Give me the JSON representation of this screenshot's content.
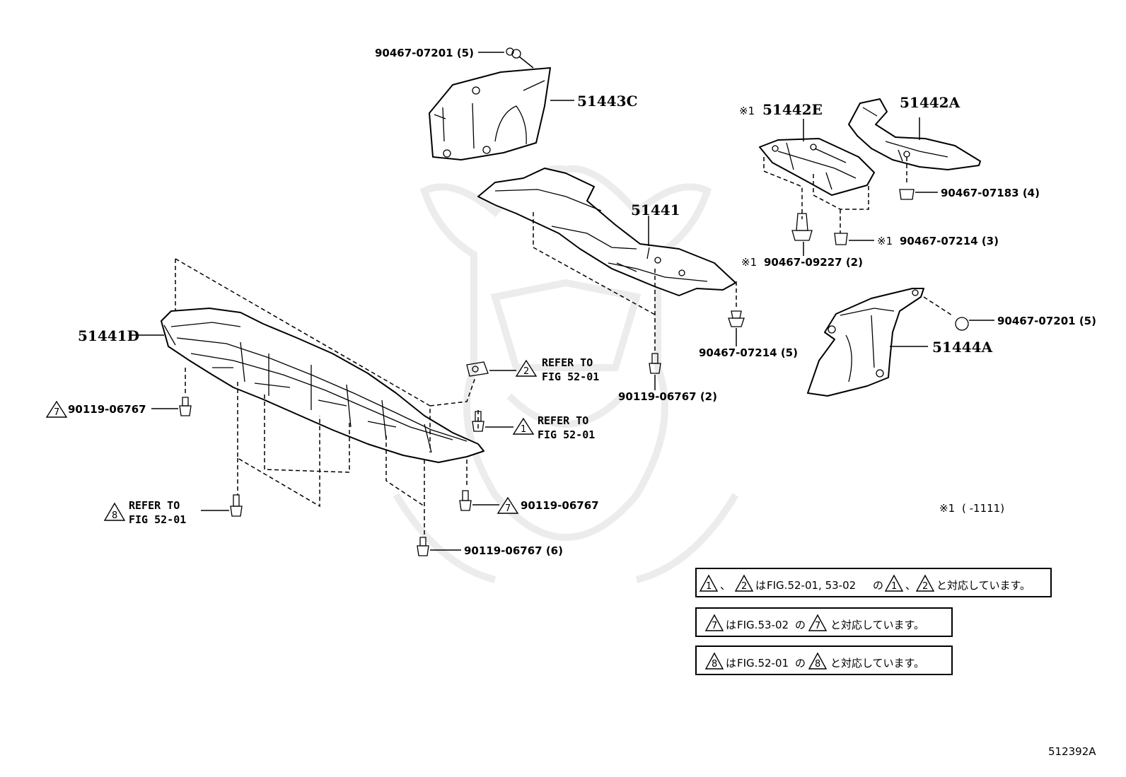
{
  "diagram_id": "512392A",
  "parts": {
    "p_51443C": "51443C",
    "p_51441": "51441",
    "p_51442E": "51442E",
    "p_51442A": "51442A",
    "p_51441D": "51441D",
    "p_51444A": "51444A"
  },
  "fasteners": {
    "f_90467_07201_top": "90467-07201 (5)",
    "f_90467_07183": "90467-07183 (4)",
    "f_90467_07214_3": "90467-07214 (3)",
    "f_90467_09227": "90467-09227 (2)",
    "f_90467_07201_right": "90467-07201 (5)",
    "f_90467_07214_5": "90467-07214 (5)",
    "f_90119_06767_2": "90119-06767 (2)",
    "f_90119_06767_left": "90119-06767",
    "f_90119_06767_mid": "90119-06767",
    "f_90119_06767_6": "90119-06767 (6)"
  },
  "marks": {
    "note_mark": "※1",
    "tri_1": "1",
    "tri_2": "2",
    "tri_7": "7",
    "tri_8": "8"
  },
  "refs": {
    "refer_to": "REFER TO",
    "fig_52_01": "FIG 52-01"
  },
  "notes": {
    "date_note": "(      -1111)",
    "comma": "、",
    "line1_a": "は",
    "line1_fig": "FIG.52-01, 53-02",
    "line1_no": "の",
    "line1_tail": "と対応しています。",
    "line2_a": "は",
    "line2_fig": "FIG.53-02",
    "line2_no": "の",
    "line2_tail": "と対応しています。",
    "line3_a": "は",
    "line3_fig": "FIG.52-01",
    "line3_no": "の",
    "line3_tail": "と対応しています。"
  }
}
